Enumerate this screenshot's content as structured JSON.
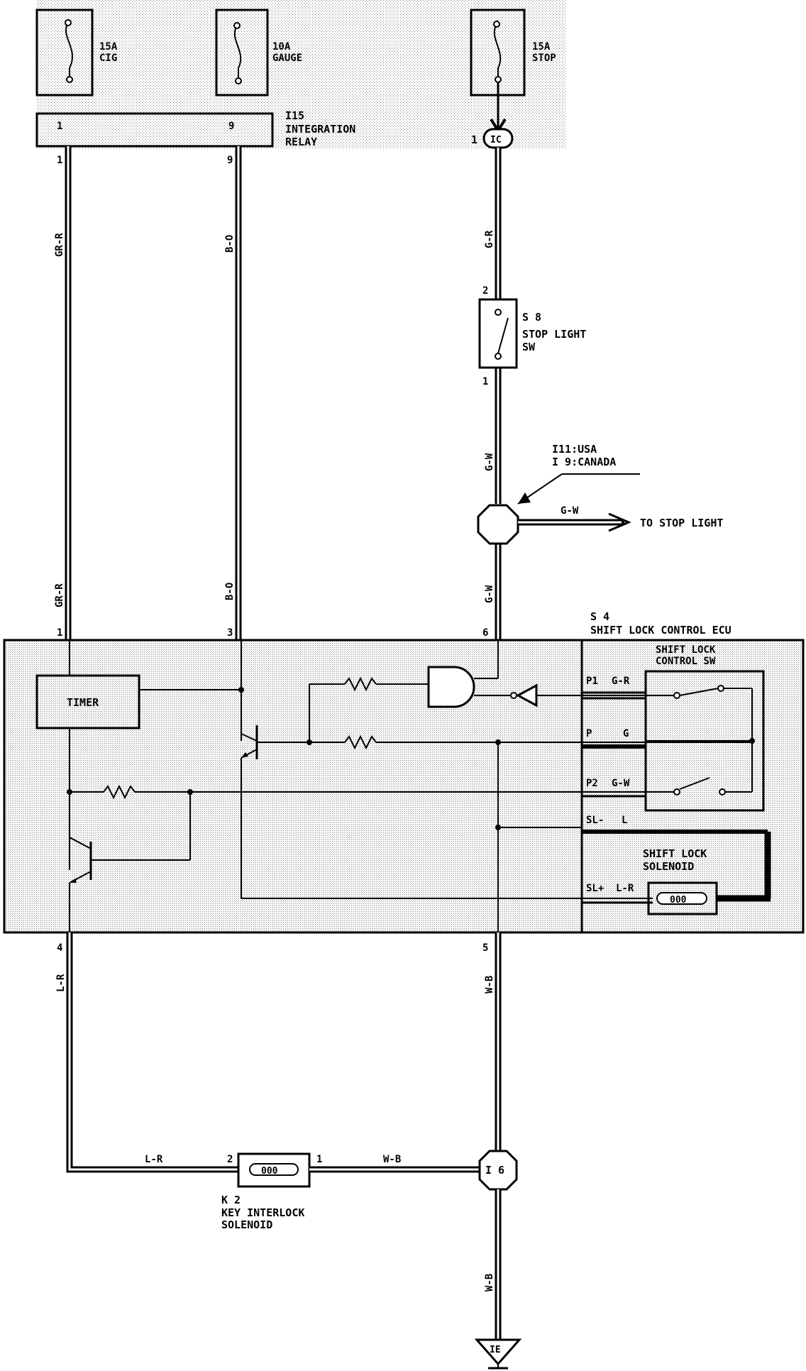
{
  "fuses": [
    {
      "rating": "15A",
      "name": "CIG"
    },
    {
      "rating": "10A",
      "name": "GAUGE"
    },
    {
      "rating": "15A",
      "name": "STOP"
    }
  ],
  "integration_relay": {
    "code": "I15",
    "name_line1": "INTEGRATION",
    "name_line2": "RELAY",
    "pin_left": "1",
    "pin_right": "9"
  },
  "stop_connector": {
    "pin": "1",
    "code": "IC"
  },
  "wires": {
    "gr_r": "GR-R",
    "b_o": "B-O",
    "g_r": "G-R",
    "g_w": "G-W",
    "l_r": "L-R",
    "w_b": "W-B"
  },
  "pins": {
    "p1": "1",
    "p9": "9",
    "p2": "2",
    "p1b": "1",
    "p3": "3",
    "p6": "6",
    "p4": "4",
    "p5": "5",
    "k_pin2": "2",
    "k_pin1": "1"
  },
  "stop_light_sw": {
    "code": "S 8",
    "name_line1": "STOP LIGHT",
    "name_line2": "SW"
  },
  "junction": {
    "line1": "I11:USA",
    "line2": "I 9:CANADA",
    "to_label": "TO STOP LIGHT"
  },
  "ecu": {
    "code": "S 4",
    "name": "SHIFT LOCK CONTROL ECU",
    "timer": "TIMER",
    "sw_line1": "SHIFT LOCK",
    "sw_line2": "CONTROL SW",
    "sol_line1": "SHIFT LOCK",
    "sol_line2": "SOLENOID",
    "t_p1": "P1",
    "t_p1_wire": "G-R",
    "t_p": "P",
    "t_p_wire": "G",
    "t_p2": "P2",
    "t_p2_wire": "G-W",
    "t_slm": "SL-",
    "t_slm_wire": "L",
    "t_slp": "SL+",
    "t_slp_wire": "L-R",
    "coil": "000"
  },
  "key_interlock": {
    "code": "K 2",
    "name_line1": "KEY INTERLOCK",
    "name_line2": "SOLENOID",
    "coil": "000"
  },
  "ground_junction": {
    "code": "I 6"
  },
  "ground": {
    "code": "IE"
  }
}
